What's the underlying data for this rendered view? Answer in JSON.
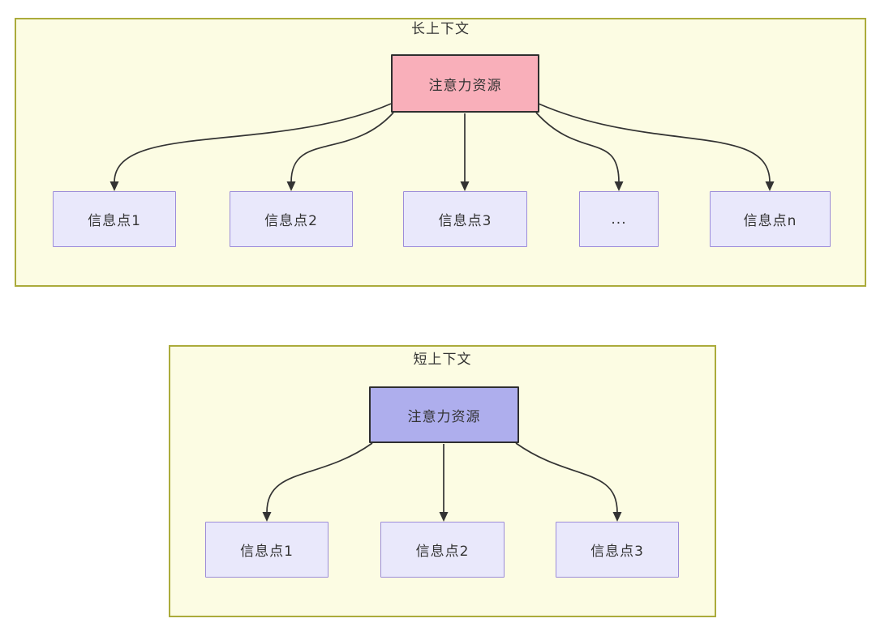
{
  "colors": {
    "canvas_bg": "#ffffff",
    "panel_fill": "#FCFCE3",
    "panel_border": "#ABAB3B",
    "attention_long_fill": "#F9AFBA",
    "attention_short_fill": "#AEAEED",
    "node_fill": "#E9E8FB",
    "node_border": "#9C8CD9",
    "dark_border": "#2F2F2F",
    "arrow": "#333333",
    "text": "#333333"
  },
  "long_context": {
    "title": "长上下文",
    "attention_label": "注意力资源",
    "nodes": [
      {
        "label": "信息点1"
      },
      {
        "label": "信息点2"
      },
      {
        "label": "信息点3"
      },
      {
        "label": "..."
      },
      {
        "label": "信息点n"
      }
    ]
  },
  "short_context": {
    "title": "短上下文",
    "attention_label": "注意力资源",
    "nodes": [
      {
        "label": "信息点1"
      },
      {
        "label": "信息点2"
      },
      {
        "label": "信息点3"
      }
    ]
  }
}
